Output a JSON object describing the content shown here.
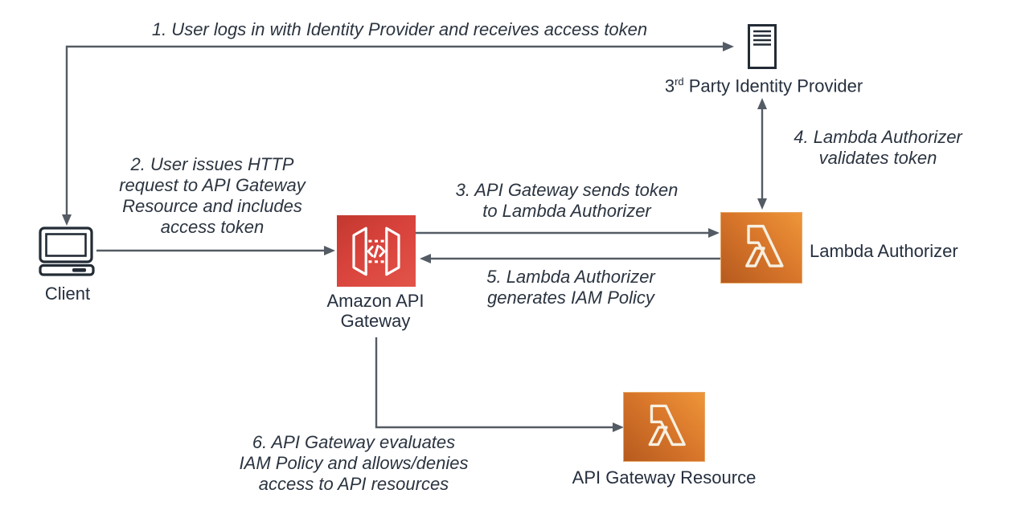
{
  "colors": {
    "arrow_gray": "#545B64",
    "label_text": "#252F3E",
    "api_gateway_red_top": "#C2382F",
    "api_gateway_red_bottom": "#E25449",
    "lambda_orange_dark": "#B65A1E",
    "lambda_orange_light": "#EE9639",
    "glyph_cream": "#F7F0E1"
  },
  "nodes": {
    "client": {
      "label": "Client",
      "icon": "computer-icon"
    },
    "identity_provider": {
      "label_num": "3",
      "label_ordinal": "rd",
      "label_rest": " Party Identity Provider",
      "icon": "document-server-icon"
    },
    "api_gateway": {
      "label_line1": "Amazon API",
      "label_line2": "Gateway",
      "icon": "api-gateway-icon"
    },
    "lambda_authorizer": {
      "label": "Lambda Authorizer",
      "icon": "lambda-icon"
    },
    "api_gateway_resource": {
      "label": "API Gateway Resource",
      "icon": "lambda-icon"
    }
  },
  "steps": {
    "step1": {
      "lines": [
        "1. User logs in with Identity Provider and receives access token"
      ]
    },
    "step2": {
      "lines": [
        "2. User issues HTTP",
        "request to API Gateway",
        "Resource and includes",
        "access token"
      ]
    },
    "step3": {
      "lines": [
        "3. API Gateway sends token",
        "to Lambda Authorizer"
      ]
    },
    "step4": {
      "lines": [
        "4. Lambda Authorizer",
        "validates token"
      ]
    },
    "step5": {
      "lines": [
        "5. Lambda Authorizer",
        "generates IAM Policy"
      ]
    },
    "step6": {
      "lines": [
        "6. API Gateway evaluates",
        "IAM Policy and allows/denies",
        "access to API resources"
      ]
    }
  }
}
